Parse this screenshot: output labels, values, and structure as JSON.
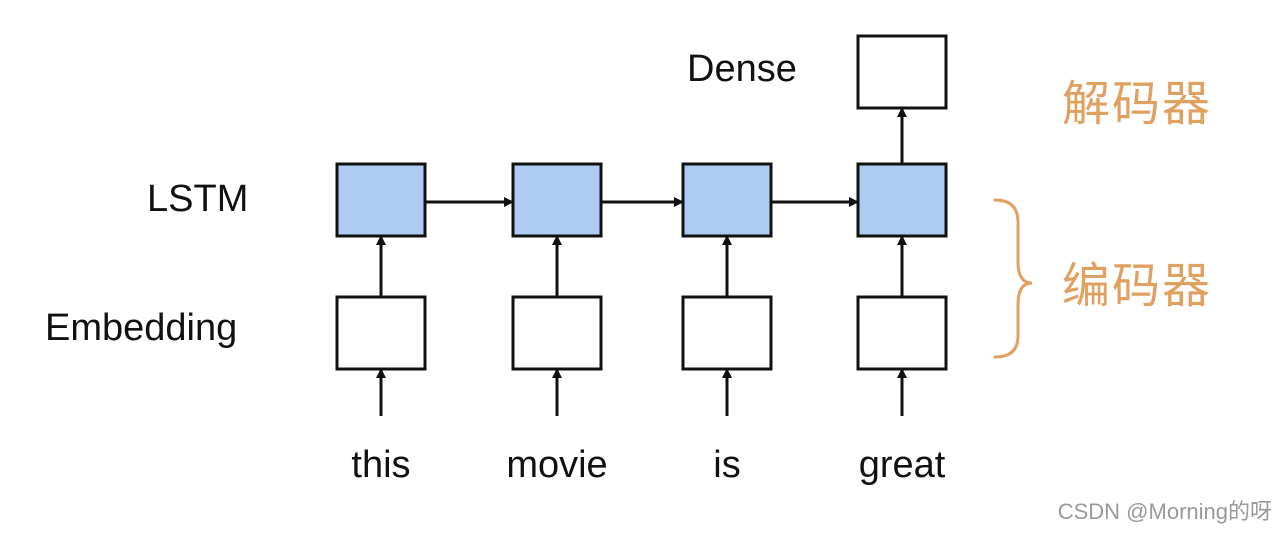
{
  "colors": {
    "lstm_fill": "#aecbf2",
    "box_stroke": "#111111",
    "accent": "#e0a060"
  },
  "layers": {
    "dense": "Dense",
    "lstm": "LSTM",
    "embedding": "Embedding"
  },
  "tokens": [
    "this",
    "movie",
    "is",
    "great"
  ],
  "groups": {
    "decoder": "解码器",
    "encoder": "编码器"
  },
  "watermark": "CSDN @Morning的呀"
}
